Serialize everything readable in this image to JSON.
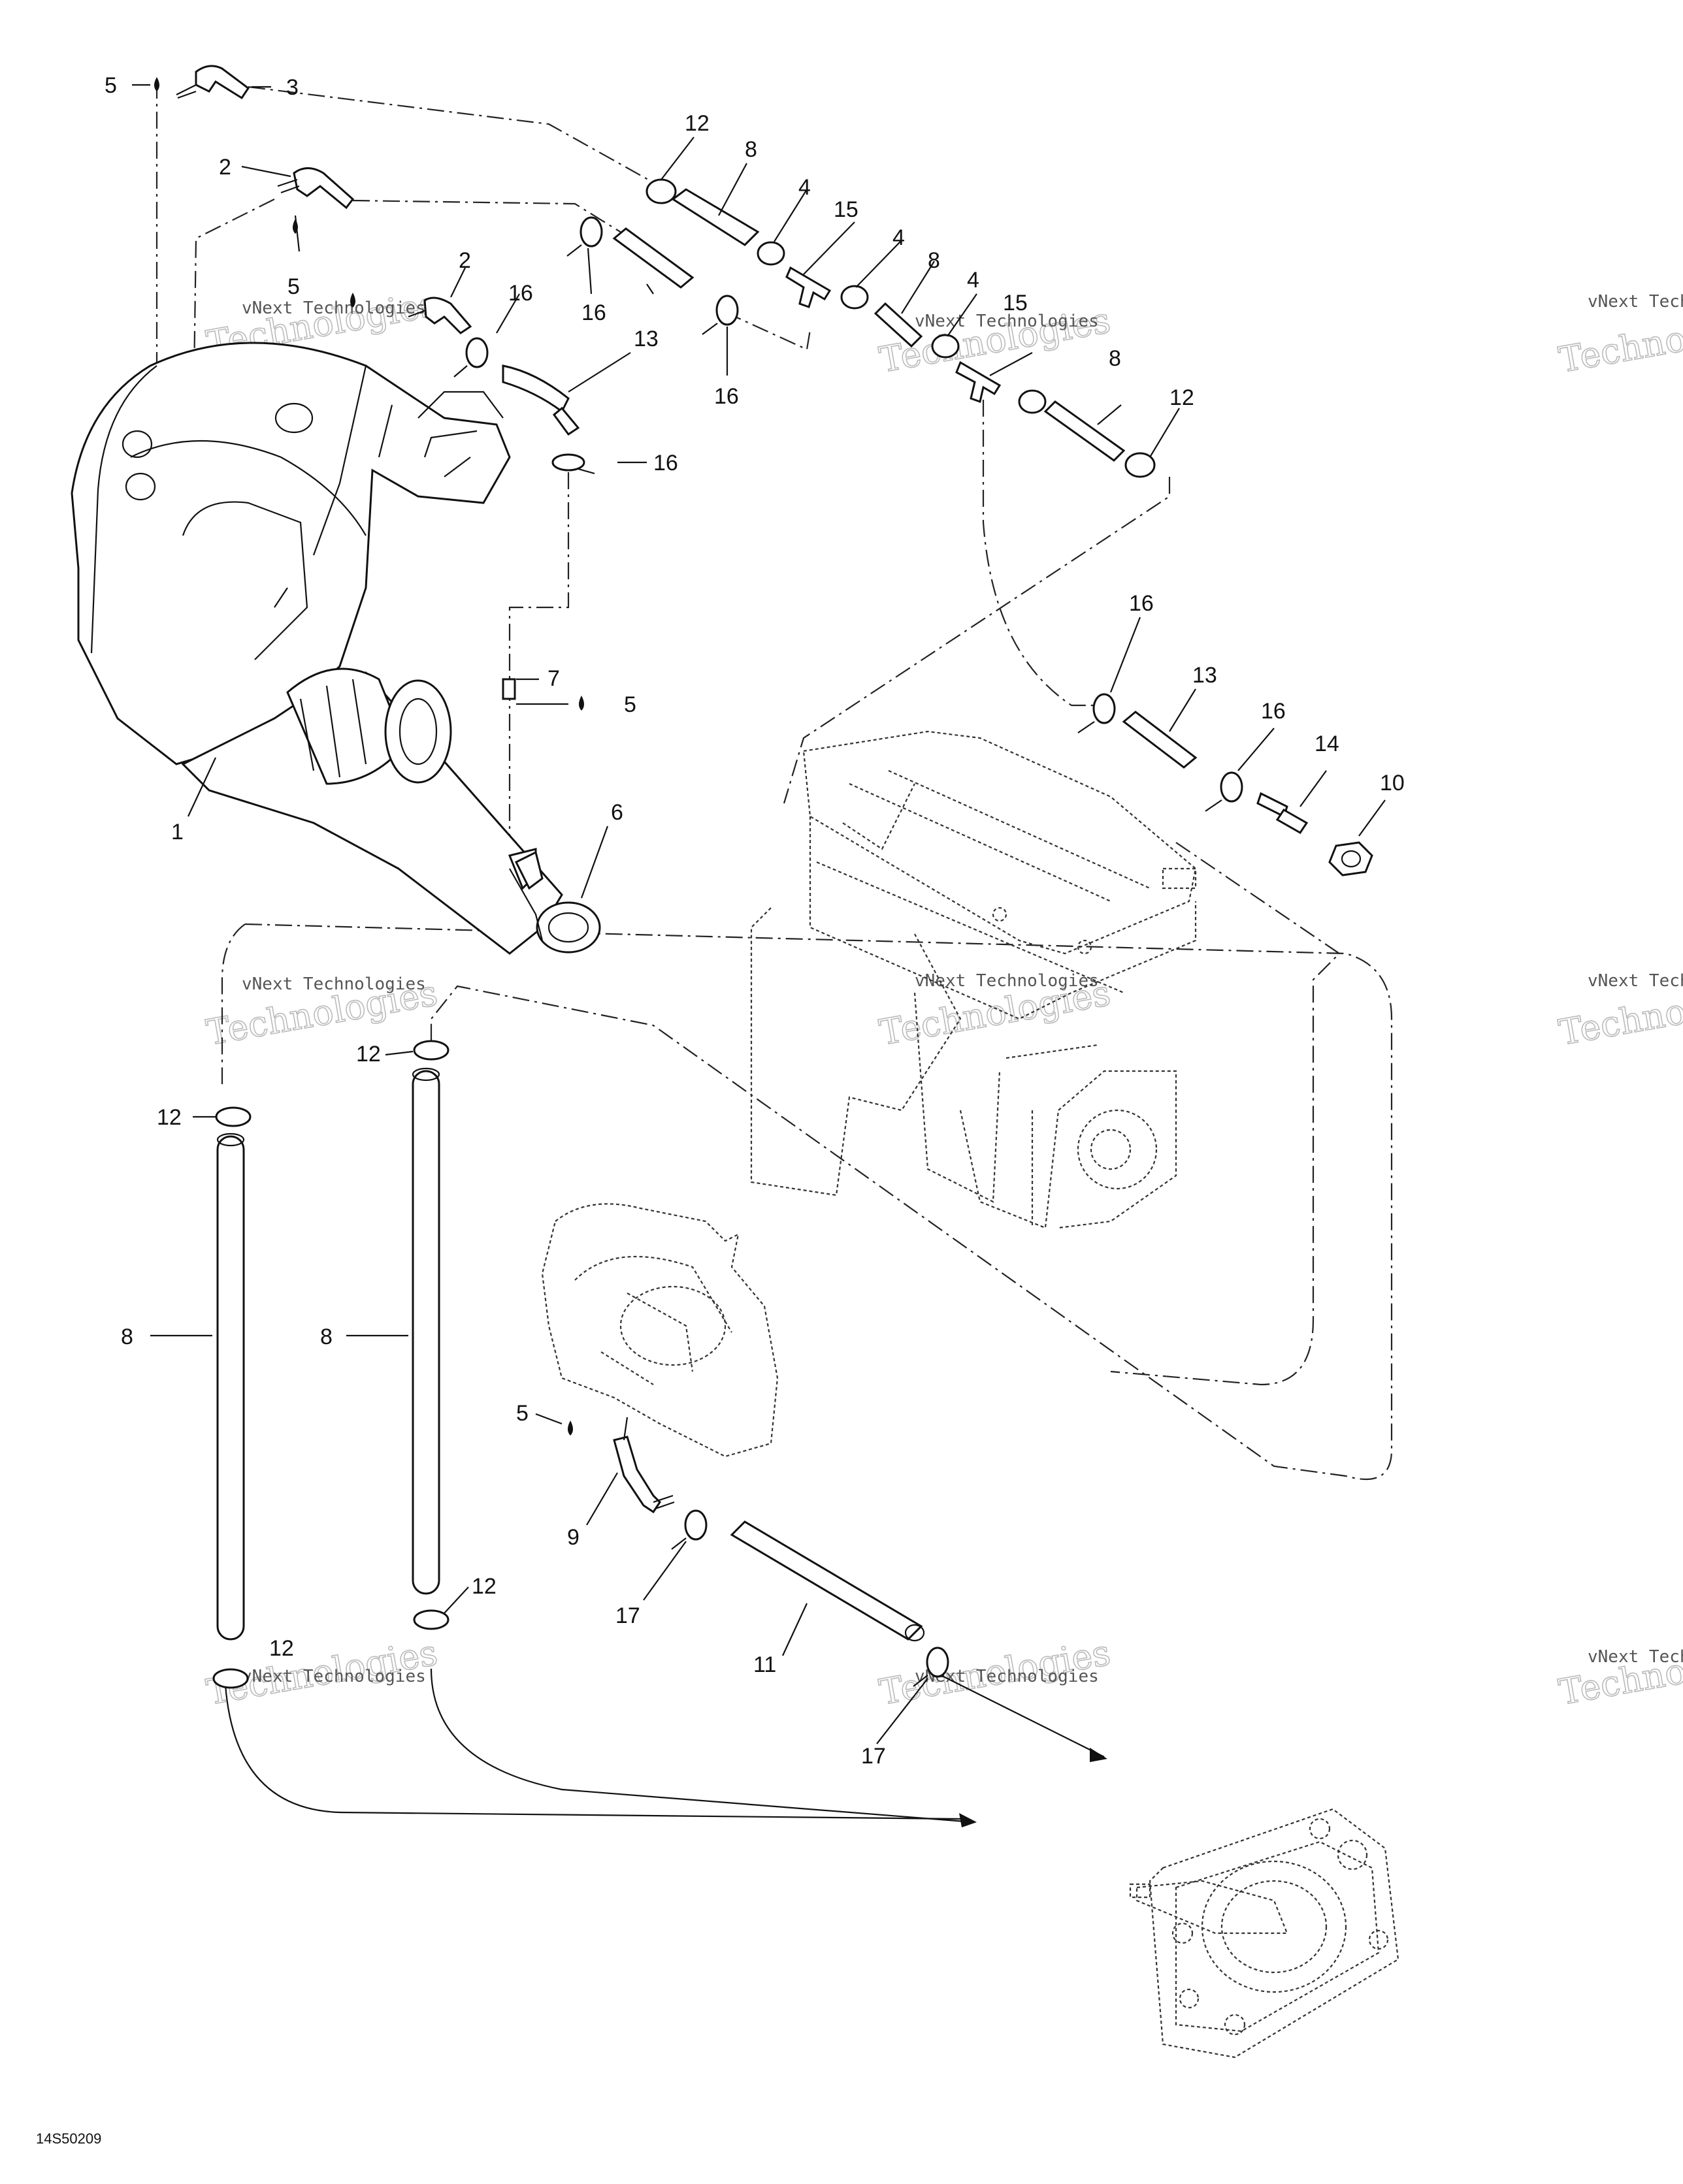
{
  "diagram": {
    "callouts": [
      {
        "id": "c5a",
        "label": "5"
      },
      {
        "id": "c3",
        "label": "3"
      },
      {
        "id": "c12a",
        "label": "12"
      },
      {
        "id": "c2a",
        "label": "2"
      },
      {
        "id": "c8a",
        "label": "8"
      },
      {
        "id": "c4a",
        "label": "4"
      },
      {
        "id": "c15a",
        "label": "15"
      },
      {
        "id": "c4b",
        "label": "4"
      },
      {
        "id": "c8b",
        "label": "8"
      },
      {
        "id": "c4c",
        "label": "4"
      },
      {
        "id": "c15b",
        "label": "15"
      },
      {
        "id": "c2b",
        "label": "2"
      },
      {
        "id": "c5b",
        "label": "5"
      },
      {
        "id": "c16a",
        "label": "16"
      },
      {
        "id": "c16b",
        "label": "16"
      },
      {
        "id": "c13a",
        "label": "13"
      },
      {
        "id": "c16c",
        "label": "16"
      },
      {
        "id": "c16d",
        "label": "16"
      },
      {
        "id": "c8c",
        "label": "8"
      },
      {
        "id": "c12b",
        "label": "12"
      },
      {
        "id": "c7",
        "label": "7"
      },
      {
        "id": "c5c",
        "label": "5"
      },
      {
        "id": "c1",
        "label": "1"
      },
      {
        "id": "c6",
        "label": "6"
      },
      {
        "id": "c16e",
        "label": "16"
      },
      {
        "id": "c13b",
        "label": "13"
      },
      {
        "id": "c16f",
        "label": "16"
      },
      {
        "id": "c14",
        "label": "14"
      },
      {
        "id": "c10",
        "label": "10"
      },
      {
        "id": "c12c",
        "label": "12"
      },
      {
        "id": "c12d",
        "label": "12"
      },
      {
        "id": "c8d",
        "label": "8"
      },
      {
        "id": "c8e",
        "label": "8"
      },
      {
        "id": "c5d",
        "label": "5"
      },
      {
        "id": "c9",
        "label": "9"
      },
      {
        "id": "c17a",
        "label": "17"
      },
      {
        "id": "c11",
        "label": "11"
      },
      {
        "id": "c12e",
        "label": "12"
      },
      {
        "id": "c12f",
        "label": "12"
      },
      {
        "id": "c17b",
        "label": "17"
      }
    ],
    "watermark_line1": "vNext Technologies",
    "watermark_line2": "Technologies",
    "figure_code": "14S50209"
  }
}
